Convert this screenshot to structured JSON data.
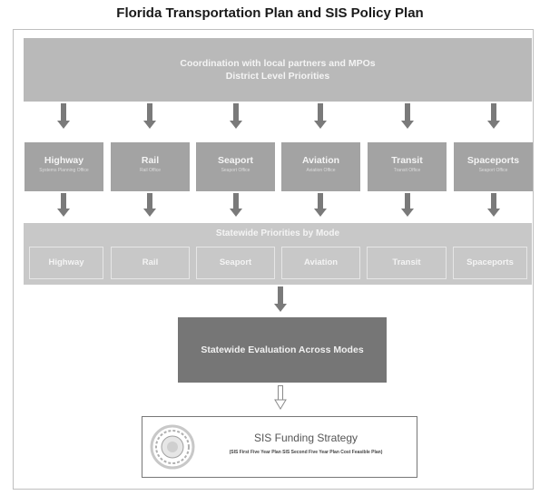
{
  "title": "Florida Transportation Plan and SIS Policy Plan",
  "coordination": {
    "line1": "Coordination with local partners and MPOs",
    "line2": "District Level Priorities"
  },
  "modes": [
    {
      "name": "Highway",
      "sub": "Systems Planning Office"
    },
    {
      "name": "Rail",
      "sub": "Rail Office"
    },
    {
      "name": "Seaport",
      "sub": "Seaport Office"
    },
    {
      "name": "Aviation",
      "sub": "Aviation Office"
    },
    {
      "name": "Transit",
      "sub": "Transit Office"
    },
    {
      "name": "Spaceports",
      "sub": "Seaport Office"
    }
  ],
  "statewide": {
    "heading": "Statewide Priorities by Mode",
    "cells": [
      "Highway",
      "Rail",
      "Seaport",
      "Aviation",
      "Transit",
      "Spaceports"
    ]
  },
  "evaluation": "Statewide Evaluation Across Modes",
  "funding": {
    "title": "SIS Funding Strategy",
    "subtitle": "(SIS First Five Year Plan  SIS Second Five Year Plan  Cost Feasible Plan)"
  }
}
